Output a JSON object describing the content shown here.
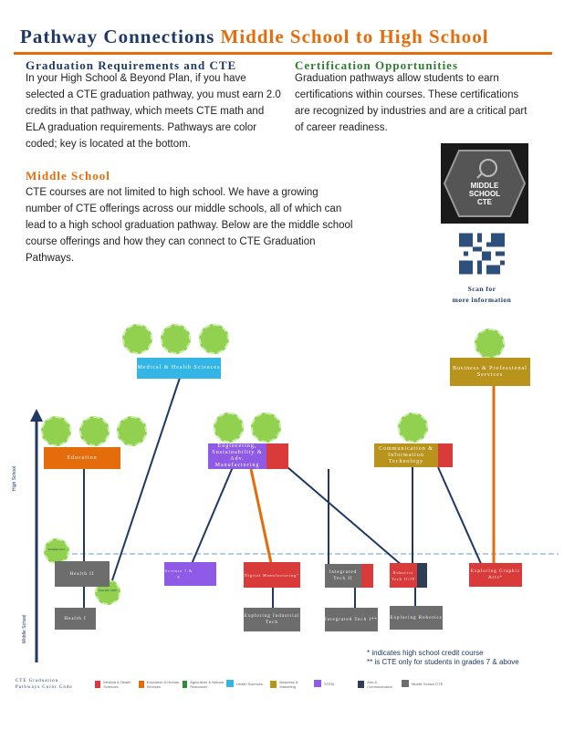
{
  "title": {
    "part1": "Pathway Connections ",
    "part2": "Middle School to High School"
  },
  "grad": {
    "heading": "Graduation Requirements and CTE",
    "text": "In your High School & Beyond Plan, if you have selected a CTE graduation pathway, you must earn 2.0 credits in that pathway, which meets CTE math and ELA graduation requirements. Pathways are color coded; key is located at the bottom."
  },
  "cert": {
    "heading": "Certification Opportunities",
    "text": "Graduation pathways allow students to earn certifications within courses. These certifications are recognized by industries and are a critical part of career readiness."
  },
  "middle": {
    "heading": "Middle School",
    "text": "CTE courses are not limited to high school. We have a growing number of CTE offerings across our middle schools, all of which can lead to a high school graduation pathway. Below are the middle school course offerings and how they can connect to CTE Graduation Pathways."
  },
  "badge": {
    "line1": "MIDDLE",
    "line2": "SCHOOL",
    "line3": "CTE"
  },
  "scan": {
    "line1": "Scan for",
    "line2": "more information"
  },
  "axis": {
    "high": "High School",
    "middle": "Middle School"
  },
  "hs_boxes": {
    "medical": "Medical & Health Sciences",
    "business": "Business & Professional Services",
    "education": "Education",
    "engineering": "Engineering, Sustainability & Adv. Manufacturing",
    "comm": "Communication & Information Technology"
  },
  "ms_boxes": {
    "health2": "Health II",
    "health1": "Health I",
    "science": "Science 7 & 8",
    "digital_mfg": "Digital Manufacturing*",
    "intech2": "Integrated Tech II",
    "robotics": "Robotics Tech II/IP",
    "graphic_arts": "Exploring Graphic Arts*",
    "industrial": "Exploring Industrial Tech",
    "intech1": "Integrated Tech I**",
    "expl_robotics": "Exploring Robotics"
  },
  "tree_labels": {
    "t1": "Worksite Cert.",
    "t2": "First Aid / CPR"
  },
  "notes": {
    "n1": "* indicates high school credit course",
    "n2": "** is CTE only for students in grades 7 & above"
  },
  "legend": {
    "title1": "CTE Graduation",
    "title2": "Pathways Color Code",
    "items": [
      {
        "label": "Medical & Health Sciences",
        "color": "#d93a3a"
      },
      {
        "label": "Education & Human Services",
        "color": "#e46c0a"
      },
      {
        "label": "Agriculture & Natural Resources",
        "color": "#2e8b3a"
      },
      {
        "label": "Health Sciences",
        "color": "#33b5e5"
      },
      {
        "label": "Business & Marketing",
        "color": "#b8941c"
      },
      {
        "label": "STEM",
        "color": "#8e5ae6"
      },
      {
        "label": "Arts & Communication",
        "color": "#2e3f55"
      },
      {
        "label": "Middle School CTE",
        "color": "#6d6d6d"
      }
    ]
  },
  "colors": {
    "navy": "#1f3864",
    "orange": "#e46c0a",
    "green": "#2e7d32"
  }
}
